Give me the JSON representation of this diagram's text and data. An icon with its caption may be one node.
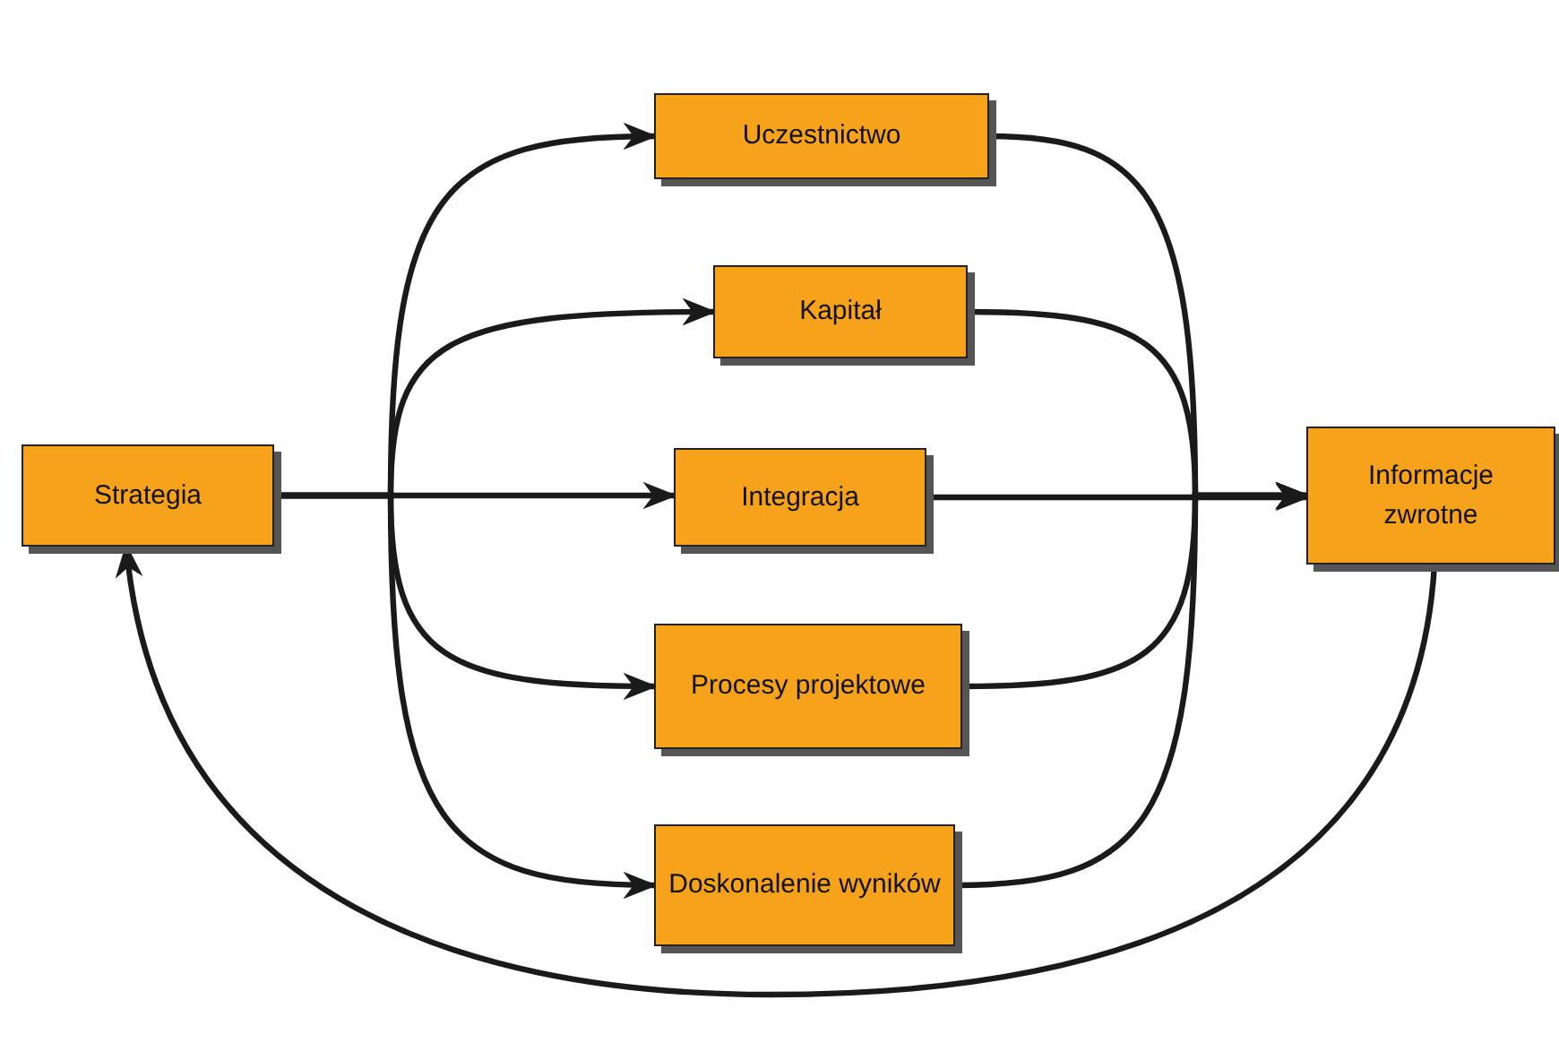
{
  "diagram": {
    "nodes": [
      {
        "text": [
          "Strategia"
        ]
      },
      {
        "text": [
          "Uczestnictwo"
        ]
      },
      {
        "text": [
          "Kapitał"
        ]
      },
      {
        "text": [
          "Integracja"
        ]
      },
      {
        "text": [
          "Procesy projektowe"
        ]
      },
      {
        "text": [
          "Doskonalenie wyników"
        ]
      },
      {
        "text": [
          "Informacje zwrotne"
        ]
      }
    ],
    "edges": [
      {
        "from": 0,
        "to": 1,
        "arrow": "to"
      },
      {
        "from": 0,
        "to": 2,
        "arrow": "to"
      },
      {
        "from": 0,
        "to": 3,
        "arrow": "to"
      },
      {
        "from": 0,
        "to": 4,
        "arrow": "to"
      },
      {
        "from": 0,
        "to": 5,
        "arrow": "to"
      },
      {
        "from": 1,
        "to": 6,
        "arrow": "to"
      },
      {
        "from": 2,
        "to": 6,
        "arrow": "to"
      },
      {
        "from": 3,
        "to": 6,
        "arrow": "to"
      },
      {
        "from": 4,
        "to": 6,
        "arrow": "to"
      },
      {
        "from": 5,
        "to": 6,
        "arrow": "to"
      },
      {
        "from": 6,
        "to": 0,
        "arrow": "to"
      }
    ]
  }
}
